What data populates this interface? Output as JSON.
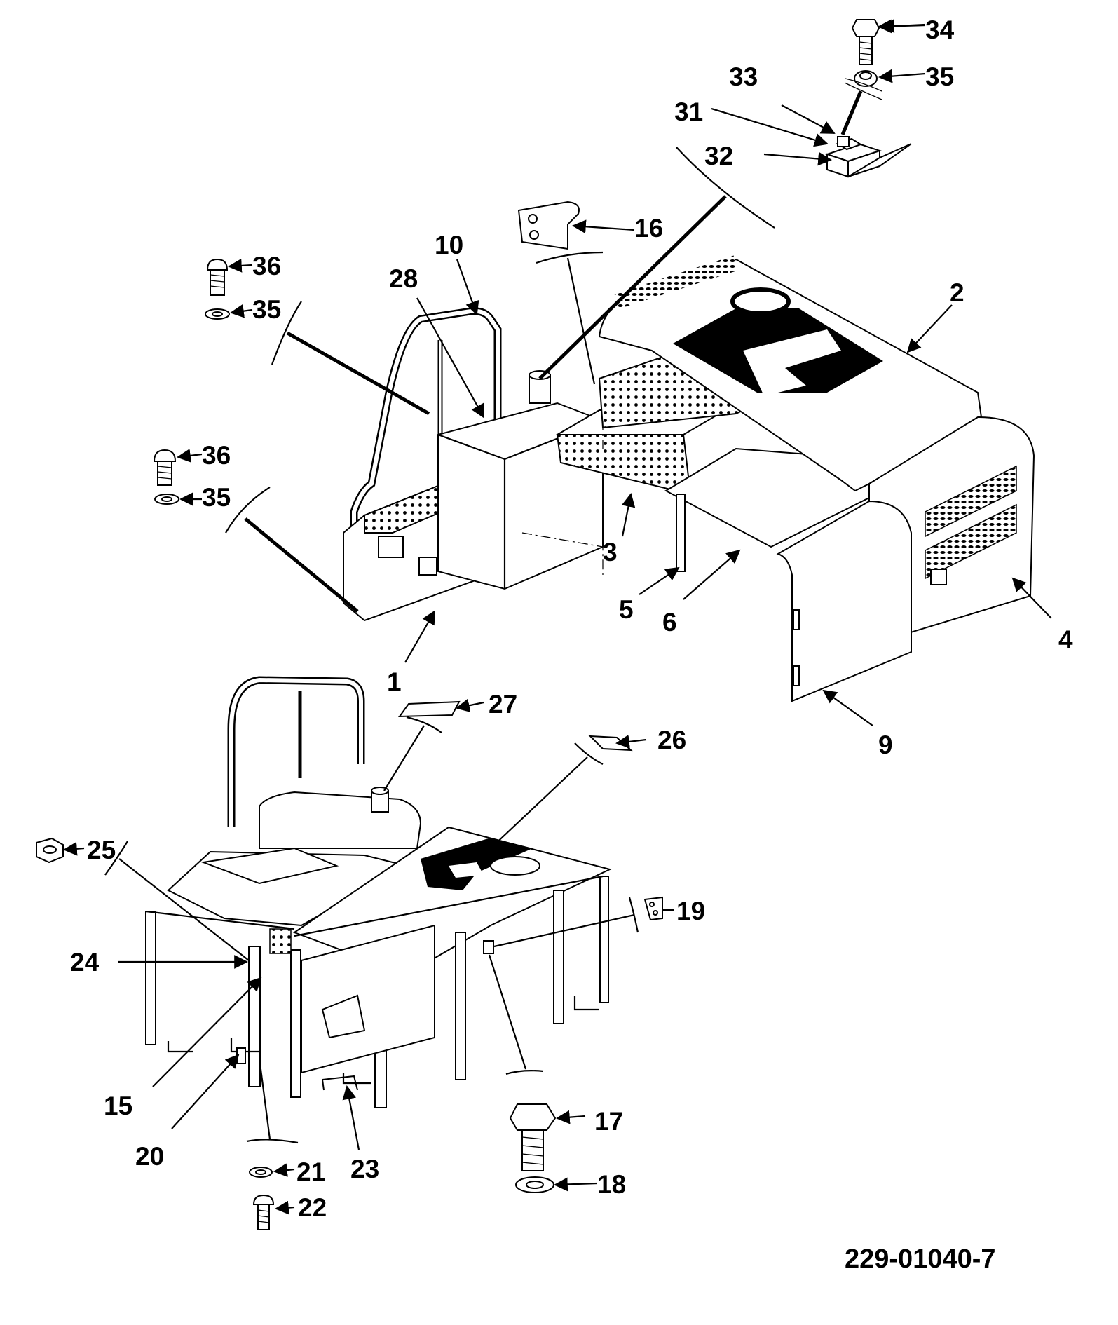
{
  "drawing_number": "229-01040-7",
  "callouts": [
    "1",
    "2",
    "3",
    "4",
    "5",
    "6",
    "9",
    "10",
    "15",
    "16",
    "17",
    "18",
    "19",
    "20",
    "21",
    "22",
    "23",
    "24",
    "25",
    "26",
    "27",
    "28",
    "31",
    "32",
    "33",
    "34",
    "35",
    "35",
    "35",
    "36",
    "36"
  ]
}
